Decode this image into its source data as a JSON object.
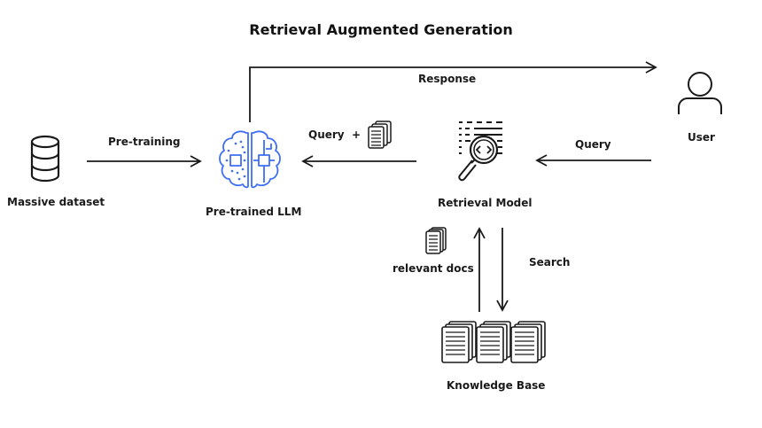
{
  "title": "Retrieval Augmented Generation",
  "nodes": {
    "dataset": {
      "label": "Massive dataset",
      "icon": "database-icon"
    },
    "llm": {
      "label": "Pre-trained LLM",
      "icon": "brain-circuit-icon"
    },
    "retrieval": {
      "label": "Retrieval Model",
      "icon": "search-document-icon"
    },
    "user": {
      "label": "User",
      "icon": "user-icon"
    },
    "knowledge": {
      "label": "Knowledge Base",
      "icon": "documents-stack-icon"
    }
  },
  "edges": {
    "pretraining": {
      "label": "Pre-training",
      "from": "Massive dataset",
      "to": "Pre-trained LLM"
    },
    "response": {
      "label": "Response",
      "from": "Pre-trained LLM",
      "to": "User"
    },
    "query_plus": {
      "label": "Query  +",
      "from": "Retrieval Model",
      "to": "Pre-trained LLM",
      "icon": "documents-icon"
    },
    "query": {
      "label": "Query",
      "from": "User",
      "to": "Retrieval Model"
    },
    "search": {
      "label": "Search",
      "from": "Retrieval Model",
      "to": "Knowledge Base"
    },
    "relevant": {
      "label": "relevant docs",
      "from": "Knowledge Base",
      "to": "Retrieval Model",
      "icon": "documents-icon"
    }
  },
  "colors": {
    "brain": "#3d6ef5",
    "stroke": "#1a1a1a"
  }
}
